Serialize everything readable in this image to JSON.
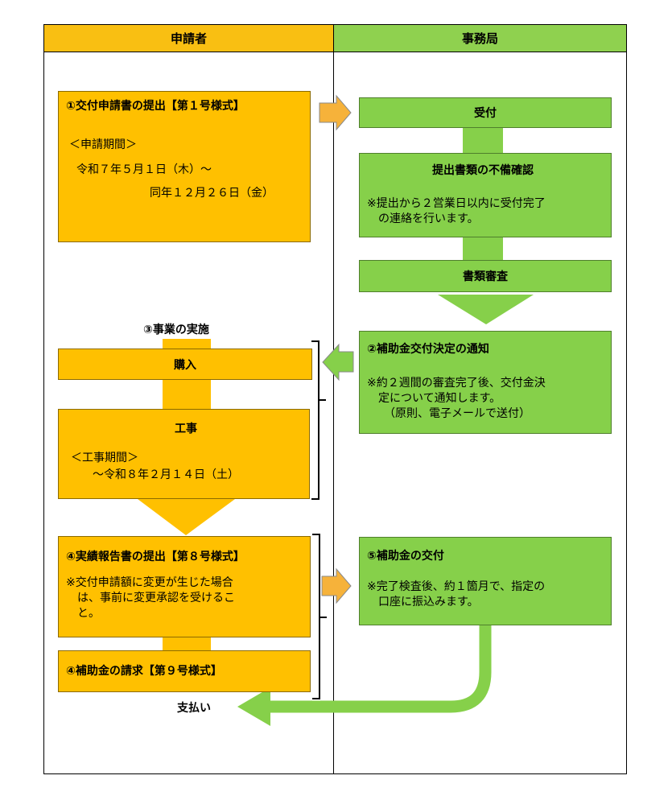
{
  "headers": {
    "applicant": "申請者",
    "office": "事務局"
  },
  "applicant": {
    "step1": {
      "title": "①交付申請書の提出【第１号様式】",
      "period_label": "＜申請期間＞",
      "period_start": "令和７年５月１日（木）～",
      "period_end": "同年１２月２６日（金）"
    },
    "step3_label": "③事業の実施",
    "purchase": "購入",
    "construction": {
      "title": "工事",
      "period_label": "＜工事期間＞",
      "period_end": "～令和８年２月１４日（土）"
    },
    "step4a": {
      "title": "④実績報告書の提出【第８号様式】",
      "note_line1": "※交付申請額に変更が生じた場合",
      "note_line2": "は、事前に変更承認を受けるこ",
      "note_line3": "と。"
    },
    "step4b": "④補助金の請求【第９号様式】",
    "payment": "支払い"
  },
  "office": {
    "reception": "受付",
    "check": {
      "title": "提出書類の不備確認",
      "note_line1": "※提出から２営業日以内に受付完了",
      "note_line2": "の連絡を行います。"
    },
    "review": "書類審査",
    "step2": {
      "title": "②補助金交付決定の通知",
      "note_line1": "※約２週間の審査完了後、交付金決",
      "note_line2": "定について通知します。",
      "note_line3": "（原則、電子メールで送付）"
    },
    "step5": {
      "title": "⑤補助金の交付",
      "note_line1": "※完了検査後、約１箇月で、指定の",
      "note_line2": "口座に振込みます。"
    }
  }
}
